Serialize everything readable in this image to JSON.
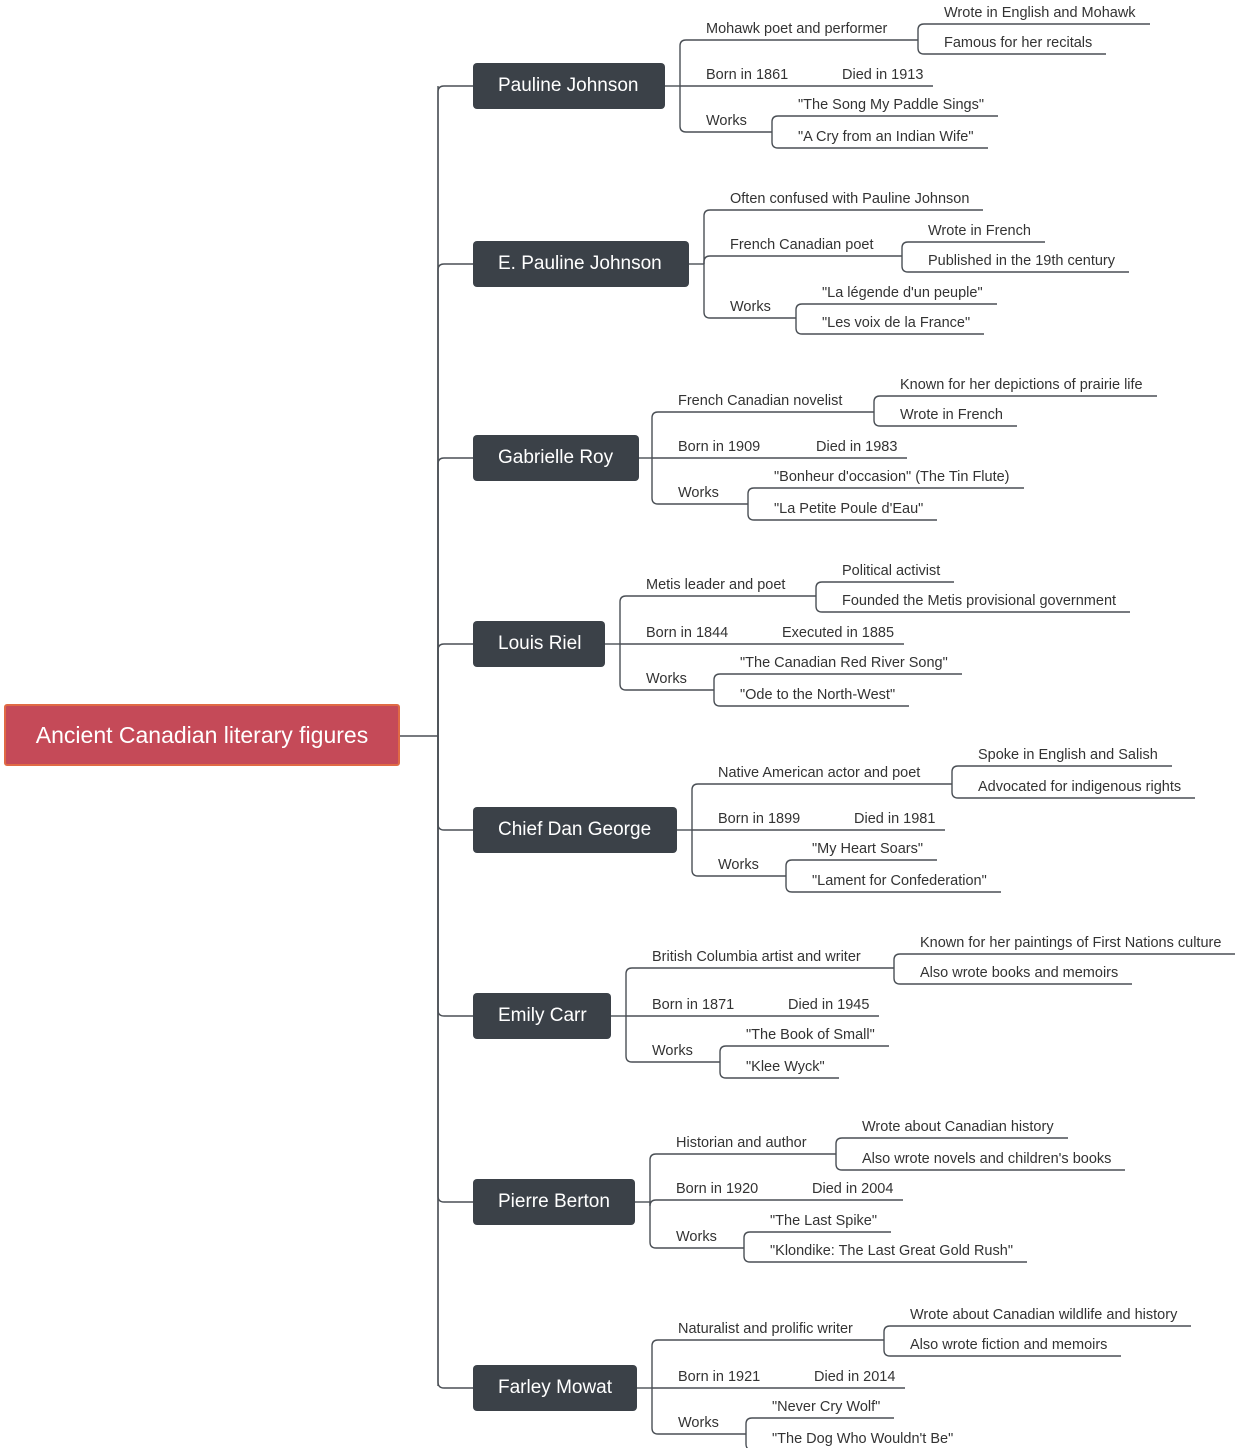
{
  "root": {
    "label": "Ancient Canadian literary figures"
  },
  "colors": {
    "root_fill": "#c54a58",
    "root_border": "#e06a45",
    "branch_fill": "#3b4148",
    "line": "#4a4f55"
  },
  "branches": [
    {
      "label": "Pauline Johnson",
      "description": {
        "label": "Mohawk poet and performer",
        "details": [
          "Wrote in English and Mohawk",
          "Famous for her recitals"
        ]
      },
      "dates": {
        "born": "Born in 1861",
        "died": "Died in 1913"
      },
      "works": {
        "label": "Works",
        "items": [
          "\"The Song My Paddle Sings\"",
          "\"A Cry from an Indian Wife\""
        ]
      }
    },
    {
      "label": "E. Pauline Johnson",
      "note": "Often confused with Pauline Johnson",
      "description": {
        "label": "French Canadian poet",
        "details": [
          "Wrote in French",
          "Published in the 19th century"
        ]
      },
      "works": {
        "label": "Works",
        "items": [
          "\"La légende d'un peuple\"",
          "\"Les voix de la France\""
        ]
      }
    },
    {
      "label": "Gabrielle Roy",
      "description": {
        "label": "French Canadian novelist",
        "details": [
          "Known for her depictions of prairie life",
          "Wrote in French"
        ]
      },
      "dates": {
        "born": "Born in 1909",
        "died": "Died in 1983"
      },
      "works": {
        "label": "Works",
        "items": [
          "\"Bonheur d'occasion\" (The Tin Flute)",
          "\"La Petite Poule d'Eau\""
        ]
      }
    },
    {
      "label": "Louis Riel",
      "description": {
        "label": "Metis leader and poet",
        "details": [
          "Political activist",
          "Founded the Metis provisional government"
        ]
      },
      "dates": {
        "born": "Born in 1844",
        "died": "Executed in 1885"
      },
      "works": {
        "label": "Works",
        "items": [
          "\"The Canadian Red River Song\"",
          "\"Ode to the North-West\""
        ]
      }
    },
    {
      "label": "Chief Dan George",
      "description": {
        "label": "Native American actor and poet",
        "details": [
          "Spoke in English and Salish",
          "Advocated for indigenous rights"
        ]
      },
      "dates": {
        "born": "Born in 1899",
        "died": "Died in 1981"
      },
      "works": {
        "label": "Works",
        "items": [
          "\"My Heart Soars\"",
          "\"Lament for Confederation\""
        ]
      }
    },
    {
      "label": "Emily Carr",
      "description": {
        "label": "British Columbia artist and writer",
        "details": [
          "Known for her paintings of First Nations culture",
          "Also wrote books and memoirs"
        ]
      },
      "dates": {
        "born": "Born in 1871",
        "died": "Died in 1945"
      },
      "works": {
        "label": "Works",
        "items": [
          "\"The Book of Small\"",
          "\"Klee Wyck\""
        ]
      }
    },
    {
      "label": "Pierre Berton",
      "description": {
        "label": "Historian and author",
        "details": [
          "Wrote about Canadian history",
          "Also wrote novels and children's books"
        ]
      },
      "dates": {
        "born": "Born in 1920",
        "died": "Died in 2004"
      },
      "works": {
        "label": "Works",
        "items": [
          "\"The Last Spike\"",
          "\"Klondike: The Last Great Gold Rush\""
        ]
      }
    },
    {
      "label": "Farley Mowat",
      "description": {
        "label": "Naturalist and prolific writer",
        "details": [
          "Wrote about Canadian wildlife and history",
          "Also wrote fiction and memoirs"
        ]
      },
      "dates": {
        "born": "Born in 1921",
        "died": "Died in 2014"
      },
      "works": {
        "label": "Works",
        "items": [
          "\"Never Cry Wolf\"",
          "\"The Dog Who Wouldn't Be\""
        ]
      }
    }
  ]
}
